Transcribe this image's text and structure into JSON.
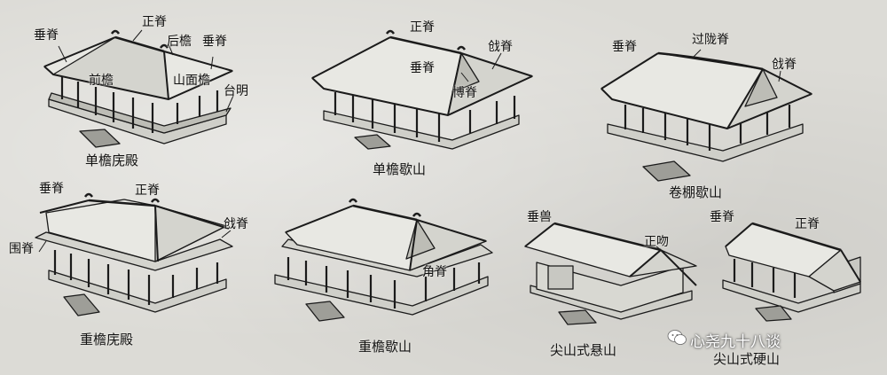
{
  "diagrams": [
    {
      "caption": "单檐庑殿",
      "labels": [
        "垂脊",
        "正脊",
        "后檐",
        "垂脊",
        "前檐",
        "山面檐",
        "台明"
      ]
    },
    {
      "caption": "单檐歇山",
      "labels": [
        "正脊",
        "戗脊",
        "垂脊",
        "博脊"
      ]
    },
    {
      "caption": "卷棚歇山",
      "labels": [
        "垂脊",
        "过陇脊",
        "戗脊"
      ]
    },
    {
      "caption": "重檐庑殿",
      "labels": [
        "垂脊",
        "正脊",
        "戗脊",
        "围脊"
      ]
    },
    {
      "caption": "重檐歇山",
      "labels": [
        "角脊"
      ]
    },
    {
      "caption": "尖山式悬山",
      "labels": [
        "垂兽",
        "正吻"
      ]
    },
    {
      "caption": "尖山式硬山",
      "labels": [
        "垂脊",
        "正脊"
      ]
    }
  ],
  "watermark": {
    "text": "心尧九十八谈",
    "icon": "wechat-icon"
  }
}
